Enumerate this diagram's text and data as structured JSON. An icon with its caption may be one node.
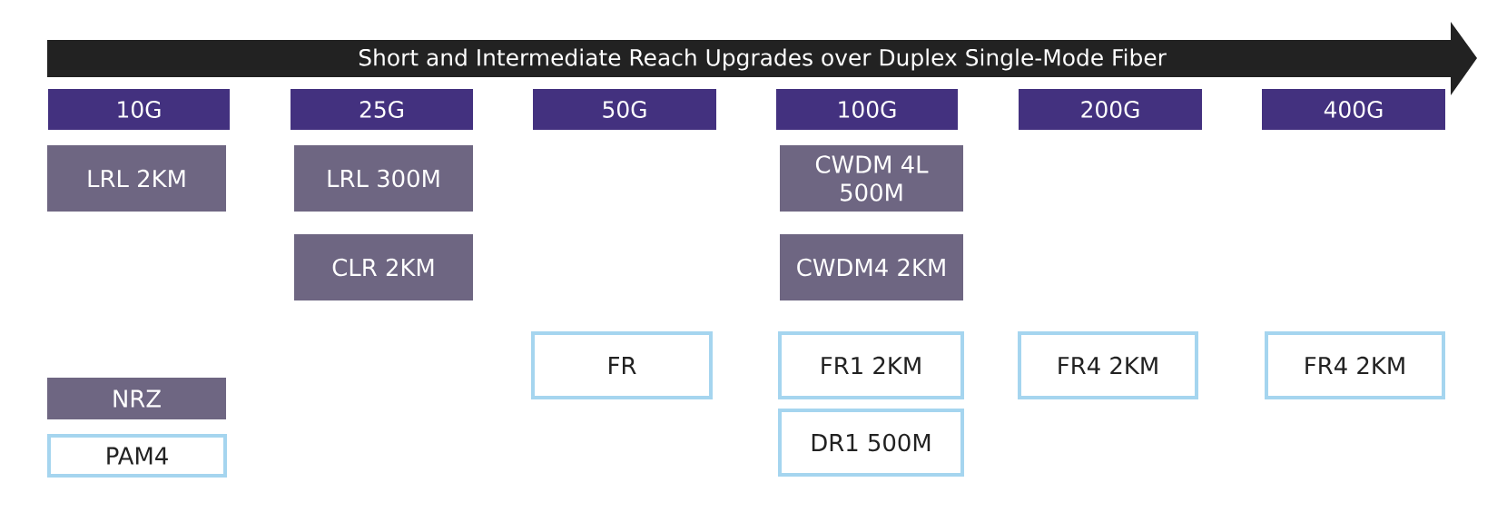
{
  "diagram": {
    "nodes": [
      {
        "text": [
          "Short and Intermediate Reach Upgrades over Duplex Single-Mode Fiber"
        ]
      },
      {
        "text": [
          "10G"
        ]
      },
      {
        "text": [
          "25G"
        ]
      },
      {
        "text": [
          "50G"
        ]
      },
      {
        "text": [
          "100G"
        ]
      },
      {
        "text": [
          "200G"
        ]
      },
      {
        "text": [
          "400G"
        ]
      },
      {
        "text": [
          "LRL 2KM"
        ]
      },
      {
        "text": [
          "LRL 300M"
        ]
      },
      {
        "text": [
          "CWDM 4L 500M"
        ]
      },
      {
        "text": [
          "CLR 2KM"
        ]
      },
      {
        "text": [
          "CWDM4 2KM"
        ]
      },
      {
        "text": [
          "FR"
        ]
      },
      {
        "text": [
          "FR1 2KM"
        ]
      },
      {
        "text": [
          "FR4 2KM"
        ]
      },
      {
        "text": [
          "FR4 2KM"
        ]
      },
      {
        "text": [
          "DR1 500M"
        ]
      }
    ],
    "legend": [
      {
        "text": "NRZ",
        "color": "#6e6682"
      },
      {
        "text": "PAM4"
      }
    ]
  }
}
